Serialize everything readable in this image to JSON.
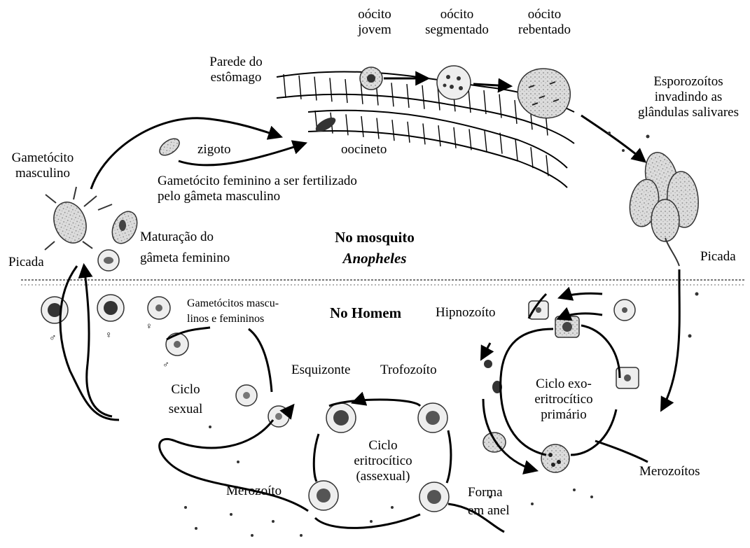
{
  "labels": {
    "oocito_jovem": [
      "oócito",
      "jovem"
    ],
    "oocito_segmentado": [
      "oócito",
      "segmentado"
    ],
    "oocito_rebentado": [
      "oócito",
      "rebentado"
    ],
    "parede_estomago": [
      "Parede do",
      "estômago"
    ],
    "esporozoitos": [
      "Esporozoítos",
      "invadindo as",
      "glândulas salivares"
    ],
    "gametocito_masculino": [
      "Gametócito",
      "masculino"
    ],
    "zigoto": "zigoto",
    "oocineto": "oocineto",
    "gametocito_feminino_fert": [
      "Gametócito feminino a ser fertilizado",
      "pelo gâmeta  masculino"
    ],
    "maturacao": [
      "Maturação do",
      "gâmeta feminino"
    ],
    "no_mosquito": "No mosquito",
    "anopheles": "Anopheles",
    "picada_left": "Picada",
    "picada_right": "Picada",
    "gametocitos_mf": [
      "Gametócitos mascu-",
      "linos e femininos"
    ],
    "no_homem": "No Homem",
    "hipnozoito": "Hipnozoíto",
    "esquizonte": "Esquizonte",
    "trofozoito": "Trofozoíto",
    "ciclo_sexual": [
      "Ciclo",
      "sexual"
    ],
    "ciclo_exo": [
      "Ciclo exo-",
      "eritrocítico",
      "primário"
    ],
    "ciclo_eritro": [
      "Ciclo",
      "eritrocítico",
      "(assexual)"
    ],
    "merozoito": "Merozoíto",
    "merozoitos": "Merozoítos",
    "forma_anel": [
      "Forma",
      "em anel"
    ]
  },
  "colors": {
    "ink": "#000000",
    "cell_fill": "#e6e6e6",
    "cell_dark": "#555555",
    "dashed_line": "#777777"
  }
}
